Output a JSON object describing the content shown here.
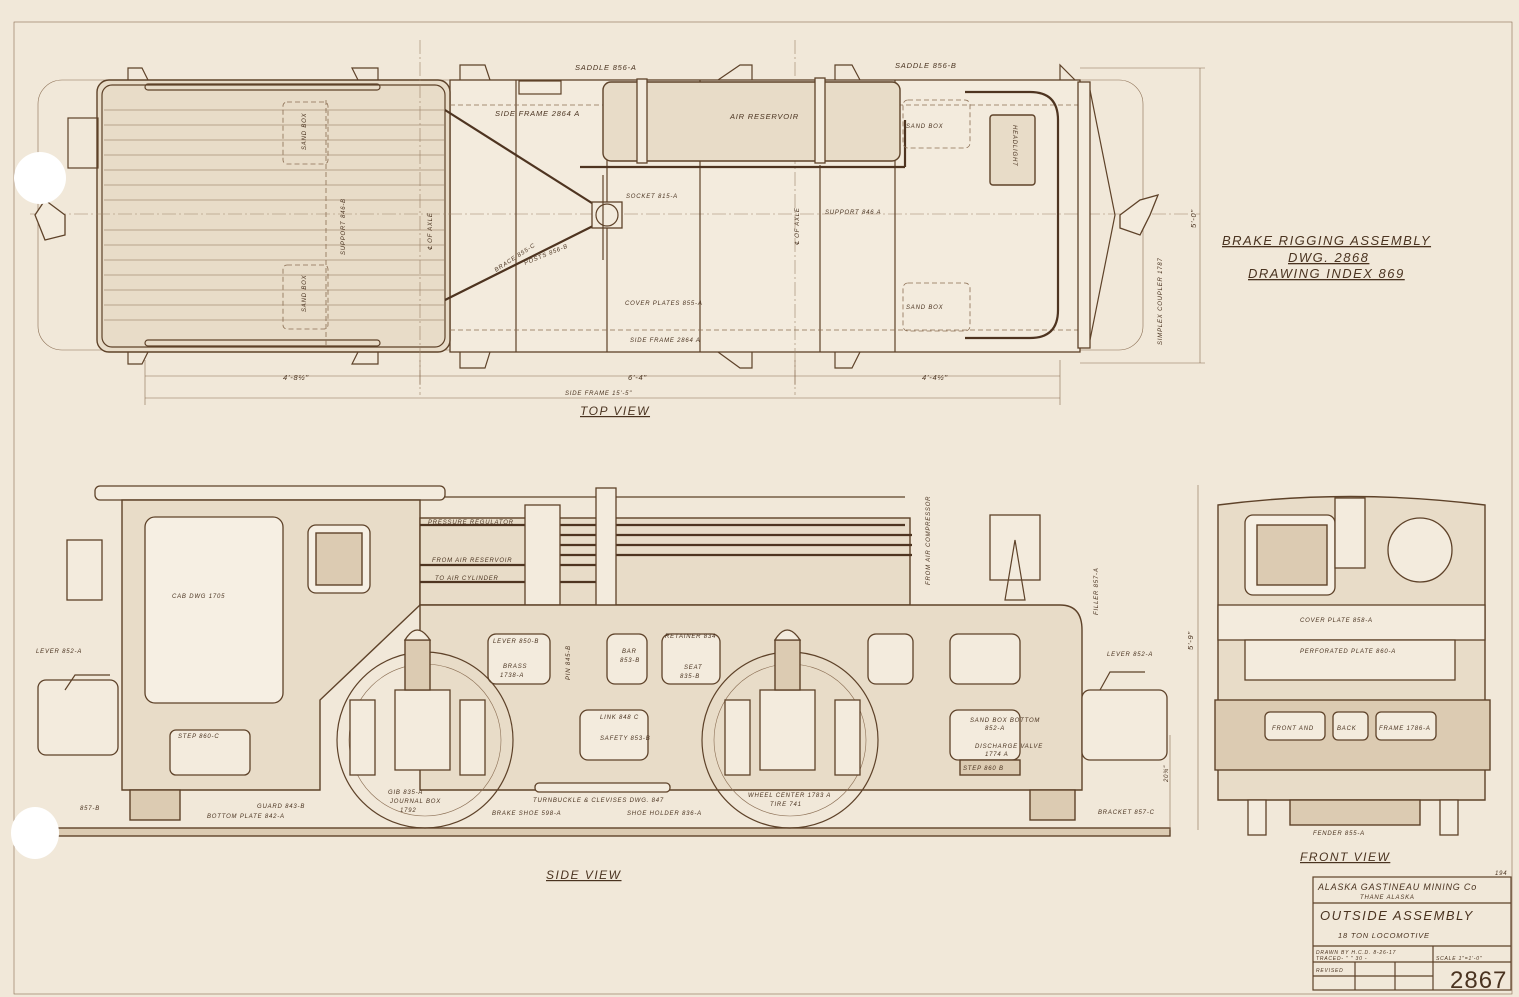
{
  "top_view": {
    "title": "TOP VIEW",
    "labels": [
      "SADDLE 856-A",
      "SADDLE 856-B",
      "SIDE FRAME 2864 A",
      "AIR RESERVOIR",
      "SAND BOX",
      "SAND BOX",
      "HEADLIGHT",
      "SOCKET 815-A",
      "SUPPORT 846 A",
      "℄ OF AXLE",
      "℄ OF AXLE",
      "SUPPORT 846-B",
      "SAND BOX",
      "SAND BOX",
      "BRACE 855-C",
      "POSTS 856-B",
      "COVER PLATES 855-A",
      "SIDE FRAME 2864 A",
      "SIMPLEX COUPLER 1787"
    ],
    "dimensions": [
      "4'-8½\"",
      "6'-4\"",
      "4'-4½\"",
      "SIDE FRAME 15'-5\"",
      "5'-0\""
    ]
  },
  "note": {
    "line1": "BRAKE RIGGING ASSEMBLY",
    "line2": "DWG. 2868",
    "line3": "DRAWING INDEX 869"
  },
  "side_view": {
    "title": "SIDE VIEW",
    "labels": [
      "PRESSURE REGULATOR",
      "FROM AIR RESERVOIR",
      "TO AIR CYLINDER",
      "CAB DWG 1705",
      "FROM AIR COMPRESSOR",
      "FILLER 857-A",
      "LEVER 852-A",
      "LEVER 852-A",
      "LEVER 850-B",
      "BRASS",
      "1738-A",
      "PIN 845-B",
      "BAR",
      "853-B",
      "RETAINER 834",
      "SEAT",
      "835-B",
      "LINK 848 C",
      "SAFETY 853-B",
      "SAND BOX BOTTOM",
      "852-A",
      "DISCHARGE VALVE",
      "1774 A",
      "STEP 860 B",
      "STEP 860-C",
      "GIB 835-A",
      "JOURNAL BOX",
      "1792",
      "GUARD 843-B",
      "BOTTOM PLATE 842-A",
      "857-B",
      "TURNBUCKLE & CLEVISES DWG. 847",
      "BRAKE SHOE 598-A",
      "SHOE HOLDER 836-A",
      "WHEEL CENTER 1783 A",
      "TIRE 741",
      "BRACKET 857-C"
    ],
    "dimensions": [
      "5'-9\"",
      "20¾\""
    ]
  },
  "front_view": {
    "title": "FRONT VIEW",
    "labels": [
      "COVER PLATE 858-A",
      "PERFORATED PLATE 860-A",
      "FRONT AND",
      "BACK",
      "FRAME 1786-A",
      "FENDER 855-A"
    ]
  },
  "title_block": {
    "sheet_mark": "194",
    "company": "ALASKA GASTINEAU MINING Co",
    "location": "THANE ALASKA",
    "title": "OUTSIDE ASSEMBLY",
    "subtitle": "18 TON LOCOMOTIVE",
    "drawn_by": "DRAWN BY H.C.D. 8-26-17",
    "traced": "TRACED- \" \" 30 -",
    "scale": "SCALE 1\"=1'-0\"",
    "revised": "REVISED",
    "drawing_number": "2867"
  }
}
